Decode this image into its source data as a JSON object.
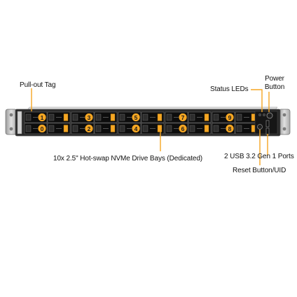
{
  "labels": {
    "pullout_tag": "Pull-out Tag",
    "status_leds": "Status LEDs",
    "power_line1": "Power",
    "power_line2": "Button",
    "drive_bays": "10x 2.5\" Hot-swap NVMe Drive Bays (Dedicated)",
    "usb_ports": "2 USB 3.2 Gen 1 Ports",
    "reset_uid": "Reset Button/UID"
  },
  "bays": {
    "top": [
      "1",
      "3",
      "5",
      "7",
      "9"
    ],
    "bottom": [
      "0",
      "2",
      "4",
      "6",
      "8"
    ]
  },
  "colors": {
    "callout": "#f5a623",
    "chassis_dark": "#1e1e1e",
    "ear": "#c9c9c9"
  }
}
